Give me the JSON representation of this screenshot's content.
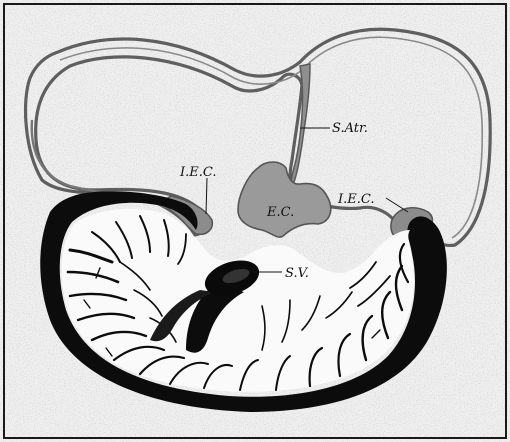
{
  "figure": {
    "labels": {
      "iec_left": "I.E.C.",
      "s_atr": "S.Atr.",
      "ec": "E.C.",
      "iec_right": "I.E.C.",
      "sv": "S.V."
    }
  }
}
